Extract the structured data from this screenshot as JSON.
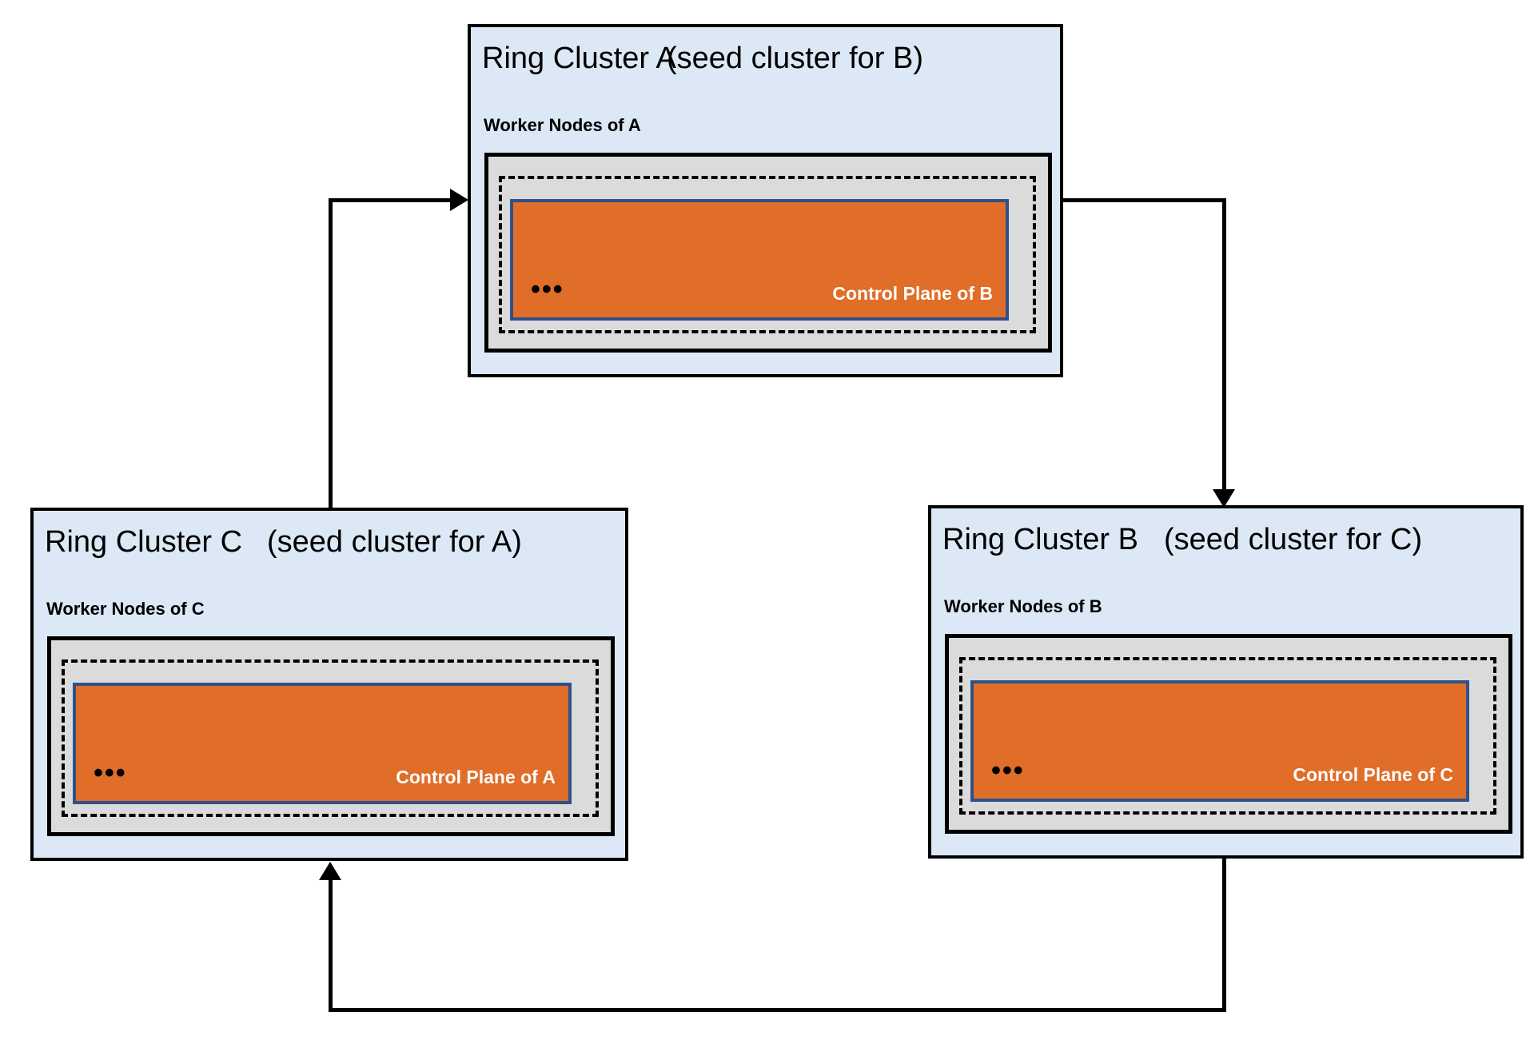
{
  "colors": {
    "cluster_bg": "#dce8f5",
    "cluster_border": "#000000",
    "node_box_bg": "#dbdbdb",
    "node_box_border": "#000000",
    "control_plane_bg": "#e06d28",
    "control_plane_border": "#2f5189",
    "arrow": "#000000"
  },
  "clusters": [
    {
      "id": "A",
      "title": "Ring Cluster A",
      "subtitle": "(seed cluster for B)",
      "worker_label": "Worker Nodes of A",
      "dots": "•••",
      "control_plane_label": "Control Plane of B"
    },
    {
      "id": "C",
      "title": "Ring Cluster C",
      "subtitle": "(seed cluster for A)",
      "worker_label": "Worker Nodes of C",
      "dots": "•••",
      "control_plane_label": "Control Plane of A"
    },
    {
      "id": "B",
      "title": "Ring Cluster B",
      "subtitle": "(seed cluster for C)",
      "worker_label": "Worker Nodes of B",
      "dots": "•••",
      "control_plane_label": "Control Plane of C"
    }
  ],
  "arrows": [
    {
      "from": "C",
      "to": "A"
    },
    {
      "from": "A",
      "to": "B"
    },
    {
      "from": "B",
      "to": "C"
    }
  ]
}
